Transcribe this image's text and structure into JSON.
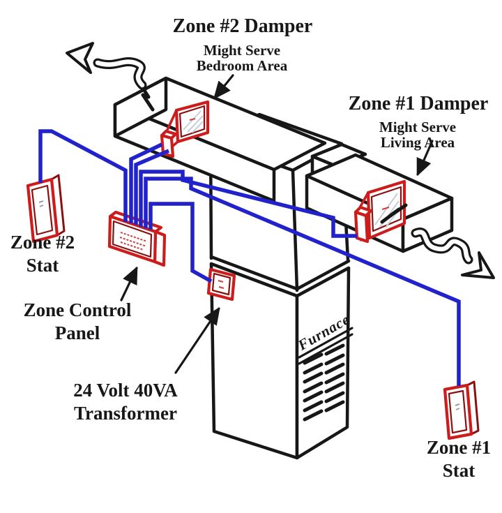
{
  "labels": {
    "damper2": {
      "title": "Zone #2 Damper",
      "subtitle1": "Might Serve",
      "subtitle2": "Bedroom Area"
    },
    "damper1": {
      "title": "Zone #1 Damper",
      "subtitle1": "Might Serve",
      "subtitle2": "Living Area"
    },
    "stat2": {
      "line1": "Zone #2",
      "line2": "Stat"
    },
    "stat1": {
      "line1": "Zone #1",
      "line2": "Stat"
    },
    "control_panel": {
      "line1": "Zone Control",
      "line2": "Panel"
    },
    "transformer": {
      "line1": "24 Volt 40VA",
      "line2": "Transformer"
    },
    "furnace": "Furnace"
  },
  "colors": {
    "wire": "#2222cc",
    "component": "#cc1c1c",
    "component_dark": "#8a1010",
    "ink": "#171717",
    "hatch": "#c7ced8"
  }
}
